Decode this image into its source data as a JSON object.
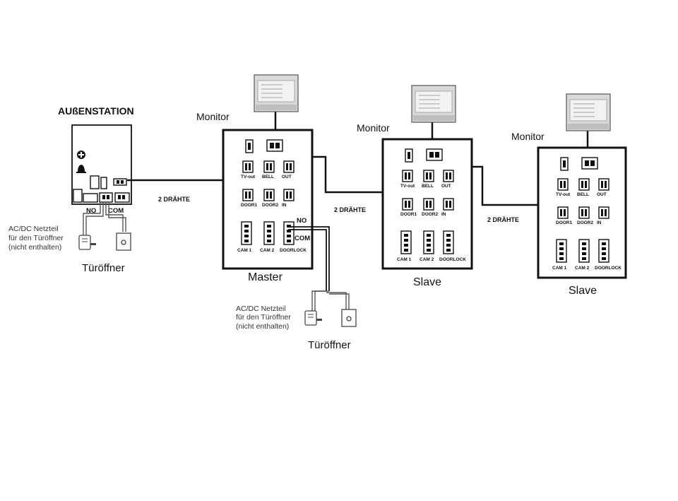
{
  "outdoor": {
    "title": "AUßENSTATION",
    "terminal_no": "NO",
    "terminal_com": "COM",
    "power_note": [
      "AC/DC Netzteil",
      "für den Türöffner",
      "(nicht enthalten)"
    ],
    "lock_label": "Türöffner"
  },
  "wire_label": "2 DRÄHTE",
  "monitors": [
    {
      "caption": "Monitor",
      "role": "Master",
      "terminals": [
        "TV-out",
        "BELL",
        "OUT",
        "DOOR1",
        "DOOR2",
        "IN"
      ],
      "cams": [
        "CAM 1",
        "CAM 2",
        "DOORLOCK"
      ],
      "lock_terminals": [
        "NO",
        "COM"
      ]
    },
    {
      "caption": "Monitor",
      "role": "Slave",
      "terminals": [
        "TV-out",
        "BELL",
        "OUT",
        "DOOR1",
        "DOOR2",
        "IN"
      ],
      "cams": [
        "CAM 1",
        "CAM 2",
        "DOORLOCK"
      ]
    },
    {
      "caption": "Monitor",
      "role": "Slave",
      "terminals": [
        "TV-out",
        "BELL",
        "OUT",
        "DOOR1",
        "DOOR2",
        "IN"
      ],
      "cams": [
        "CAM 1",
        "CAM 2",
        "DOORLOCK"
      ]
    }
  ],
  "master_lock": {
    "power_note": [
      "AC/DC Netzteil",
      "für den Türöffner",
      "(nicht enthalten)"
    ],
    "lock_label": "Türöffner"
  }
}
